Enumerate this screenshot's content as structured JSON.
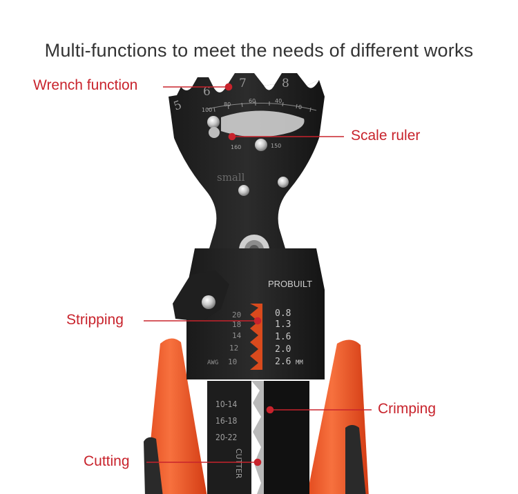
{
  "headline": "Multi-functions to meet the needs of different works",
  "accent_color": "#c8232c",
  "callouts": {
    "wrench": "Wrench function",
    "scale": "Scale ruler",
    "stripping": "Stripping",
    "crimping": "Crimping",
    "cutting": "Cutting"
  },
  "tool_markings": {
    "wrench_sizes": [
      "5",
      "6",
      "7",
      "8"
    ],
    "scale_top": [
      "100",
      "80",
      "60",
      "40",
      "0"
    ],
    "scale_bottom": [
      "160",
      "150"
    ],
    "small_label": "small",
    "brand": "PROBUILT",
    "awg_label": "AWG",
    "awg": [
      "20",
      "18",
      "14",
      "12",
      "10"
    ],
    "mm_values": [
      "0.8",
      "1.3",
      "1.6",
      "2.0",
      "2.6"
    ],
    "mm_unit": "MM",
    "crimp_sizes": [
      "10-14",
      "16-18",
      "20-22"
    ],
    "cutter_label": "CUTTER"
  }
}
